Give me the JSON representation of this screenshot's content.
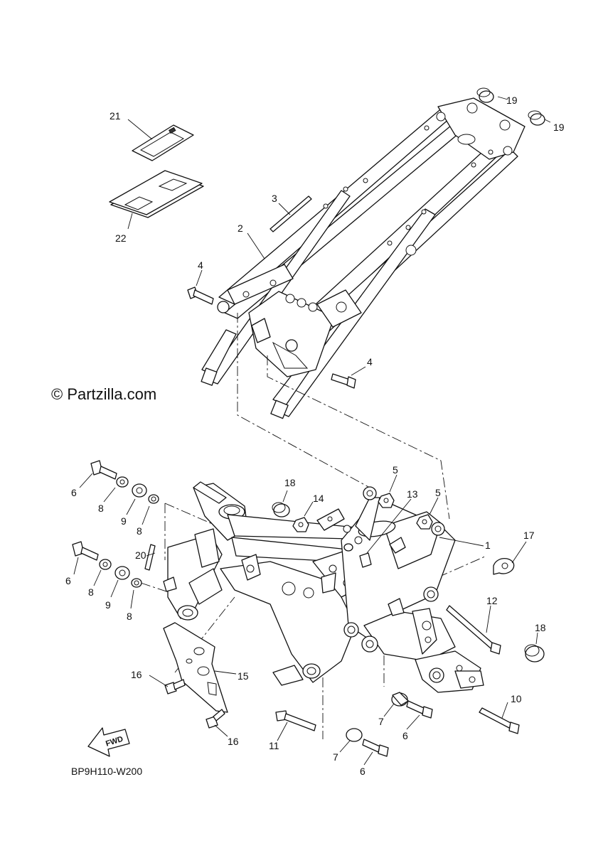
{
  "watermark": "© Partzilla.com",
  "diagram_code": "BP9H110-W200",
  "fwd_label": "FWD",
  "callouts": {
    "c1": "1",
    "c2": "2",
    "c3": "3",
    "c4a": "4",
    "c4b": "4",
    "c5a": "5",
    "c5b": "5",
    "c6a": "6",
    "c6b": "6",
    "c6c": "6",
    "c6d": "6",
    "c7a": "7",
    "c7b": "7",
    "c8a": "8",
    "c8b": "8",
    "c8c": "8",
    "c8d": "8",
    "c9a": "9",
    "c9b": "9",
    "c10": "10",
    "c11": "11",
    "c12": "12",
    "c13": "13",
    "c14": "14",
    "c15": "15",
    "c16a": "16",
    "c16b": "16",
    "c17": "17",
    "c18a": "18",
    "c18b": "18",
    "c19a": "19",
    "c19b": "19",
    "c20": "20",
    "c21": "21",
    "c22": "22"
  }
}
